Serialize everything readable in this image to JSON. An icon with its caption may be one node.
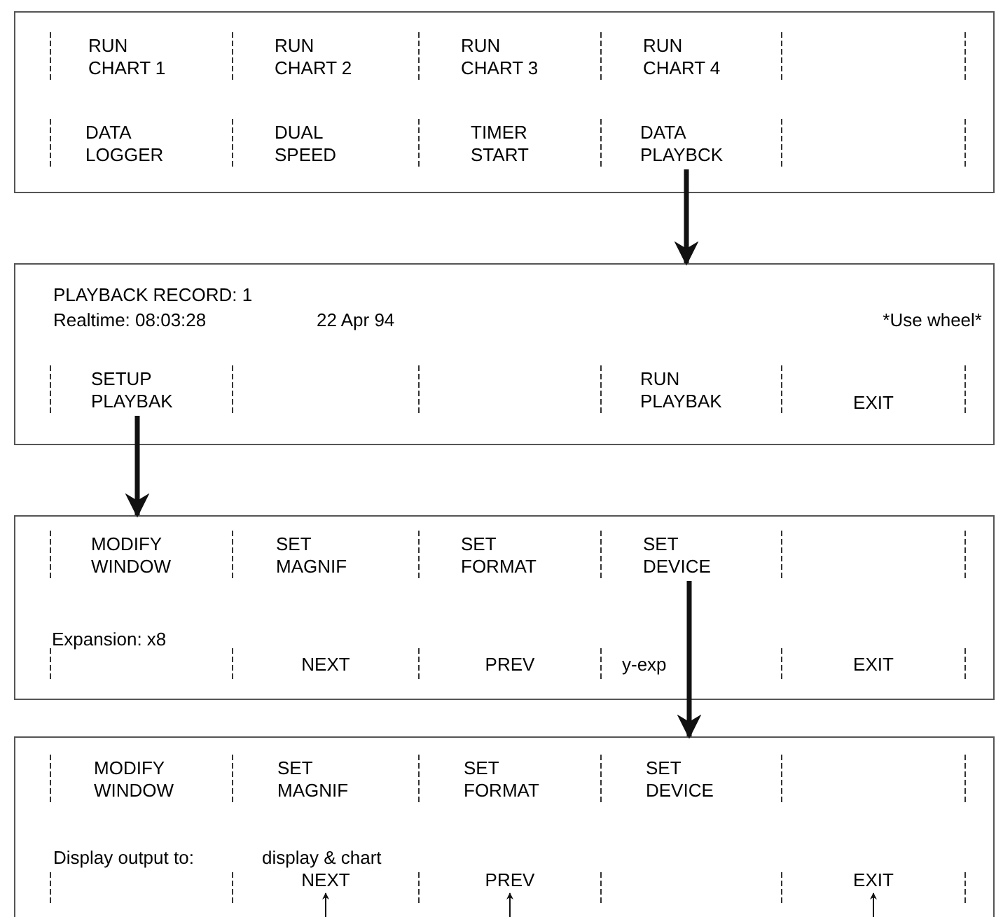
{
  "diagram": {
    "nodes": [
      {
        "text": [],
        "shape": "box"
      },
      {
        "text": [
          "RUN CHART 1"
        ],
        "in": 0
      },
      {
        "text": [
          "RUN CHART 2"
        ],
        "in": 0
      },
      {
        "text": [
          "RUN CHART 3"
        ],
        "in": 0
      },
      {
        "text": [
          "RUN CHART 4"
        ],
        "in": 0
      },
      {
        "text": [
          "DATA LOGGER"
        ],
        "in": 0
      },
      {
        "text": [
          "DUAL SPEED"
        ],
        "in": 0
      },
      {
        "text": [
          "TIMER START"
        ],
        "in": 0
      },
      {
        "text": [
          "DATA PLAYBCK"
        ],
        "in": 0
      },
      {
        "text": [
          "PLAYBACK RECORD: 1",
          "Realtime: 08:03:28",
          "22 Apr 94",
          "*Use wheel*"
        ]
      },
      {
        "text": [
          "SETUP PLAYBAK"
        ],
        "in": 9
      },
      {
        "text": [
          "RUN PLAYBAK"
        ],
        "in": 9
      },
      {
        "text": [
          "EXIT"
        ],
        "in": 9
      },
      {
        "text": [
          "Expansion: x8"
        ]
      },
      {
        "text": [
          "MODIFY WINDOW"
        ],
        "in": 13
      },
      {
        "text": [
          "SET MAGNIF"
        ],
        "in": 13
      },
      {
        "text": [
          "SET FORMAT"
        ],
        "in": 13
      },
      {
        "text": [
          "SET DEVICE"
        ],
        "in": 13
      },
      {
        "text": [
          "NEXT"
        ],
        "in": 13
      },
      {
        "text": [
          "PREV"
        ],
        "in": 13
      },
      {
        "text": [
          "y-exp"
        ],
        "in": 13
      },
      {
        "text": [
          "EXIT"
        ],
        "in": 13
      },
      {
        "text": [
          "Display output to:",
          "display & chart"
        ]
      },
      {
        "text": [
          "MODIFY WINDOW"
        ],
        "in": 22
      },
      {
        "text": [
          "SET MAGNIF"
        ],
        "in": 22
      },
      {
        "text": [
          "SET FORMAT"
        ],
        "in": 22
      },
      {
        "text": [
          "SET DEVICE"
        ],
        "in": 22
      },
      {
        "text": [
          "NEXT"
        ],
        "in": 22
      },
      {
        "text": [
          "PREV"
        ],
        "in": 22
      },
      {
        "text": [
          "EXIT"
        ],
        "in": 22
      }
    ],
    "edges": [
      {
        "from": 8,
        "to": 9,
        "arrow": "to",
        "style": "thick"
      },
      {
        "from": 10,
        "to": 13,
        "arrow": "to",
        "style": "thick"
      },
      {
        "from": 17,
        "to": 22,
        "arrow": "to",
        "style": "thick"
      },
      {
        "from": null,
        "to": 27,
        "arrow": "to"
      },
      {
        "from": null,
        "to": 28,
        "arrow": "to"
      },
      {
        "from": null,
        "to": 29,
        "arrow": "to"
      }
    ]
  }
}
